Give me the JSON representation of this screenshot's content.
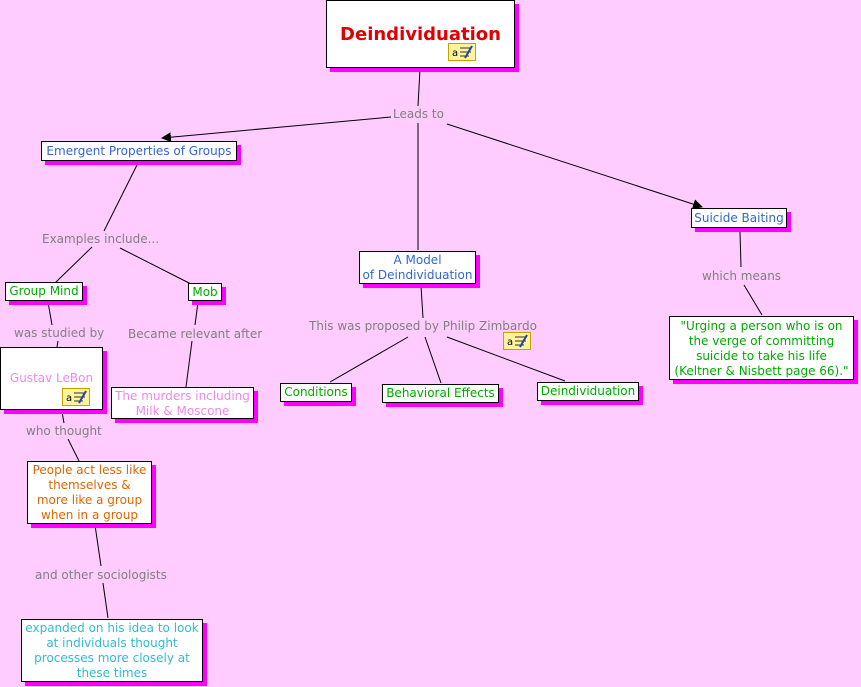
{
  "nodes": {
    "deindividuation_title": "Deindividuation",
    "emergent_properties": "Emergent Properties of Groups",
    "model_line1": "A Model",
    "model_line2": "of Deindividuation",
    "suicide_baiting": "Suicide Baiting",
    "group_mind": "Group Mind",
    "mob": "Mob",
    "gustav_lebon": "Gustav LeBon",
    "murders_line1": "The murders including",
    "murders_line2": "Milk & Moscone",
    "conditions": "Conditions",
    "behavioral_effects": "Behavioral Effects",
    "deindividuation_child": "Deindividuation",
    "urging_line1": "\"Urging a person who is on",
    "urging_line2": "the verge of committing",
    "urging_line3": "suicide to take his life",
    "urging_line4": "(Keltner & Nisbett page 66).\"",
    "people_line1": "People act less like",
    "people_line2": "themselves &",
    "people_line3": "more like a group",
    "people_line4": "when in a group",
    "expanded_line1": "expanded on his idea to look",
    "expanded_line2": "at individuals thought",
    "expanded_line3": "processes more closely at",
    "expanded_line4": "these times"
  },
  "links": {
    "leads_to": "Leads to",
    "examples_include": "Examples include...",
    "which_means": "which means",
    "was_studied_by": "was studied by",
    "became_relevant_after": "Became relevant after",
    "proposed_by": "This was proposed by Philip Zimbardo",
    "who_thought": "who thought",
    "and_other_sociologists": "and other sociologists"
  },
  "icons": {
    "note": "annotation-note-icon"
  },
  "colors": {
    "background": "#ffccff",
    "shadow": "#ff00ff",
    "title": "#e00000",
    "blue_text": "#3366cc",
    "green_text": "#00aa00",
    "pink_text": "#ee88ee",
    "orange_text": "#dd6600",
    "cyan_text": "#33bbcc",
    "link_text": "#808080"
  }
}
